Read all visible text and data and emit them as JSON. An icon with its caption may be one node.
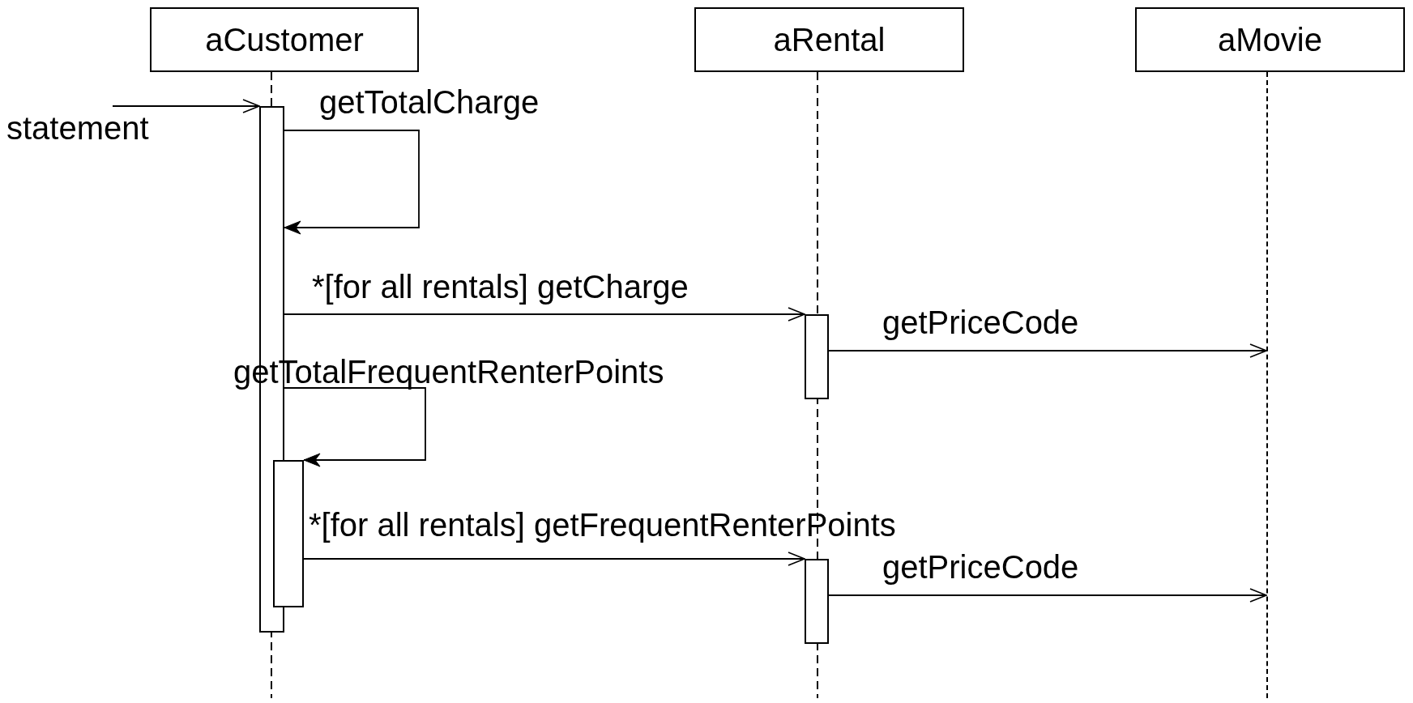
{
  "diagram": {
    "nodes": [
      {
        "text": [
          "aCustomer"
        ]
      },
      {
        "text": [
          "aRental"
        ]
      },
      {
        "text": [
          "aMovie"
        ]
      },
      {
        "text": [],
        "shape": "bar"
      },
      {
        "text": [],
        "shape": "bar"
      },
      {
        "text": [],
        "shape": "bar"
      },
      {
        "text": [],
        "shape": "bar"
      },
      {
        "text": [],
        "shape": "line"
      }
    ],
    "edges": [
      {
        "from": null,
        "to": 3,
        "arrow": "to",
        "label": "statement"
      },
      {
        "from": 3,
        "to": 3,
        "arrow": "to",
        "label": "getTotalCharge"
      },
      {
        "from": 3,
        "to": 5,
        "arrow": "to",
        "label": "*[for all rentals] getCharge"
      },
      {
        "from": 5,
        "to": 7,
        "arrow": "to",
        "label": "getPriceCode"
      },
      {
        "from": 3,
        "to": 4,
        "arrow": "to",
        "label": "getTotalFrequentRenterPoints"
      },
      {
        "from": 4,
        "to": 6,
        "arrow": "to",
        "label": "*[for all rentals] getFrequentRenterPoints"
      },
      {
        "from": 6,
        "to": 7,
        "arrow": "to",
        "label": "getPriceCode"
      }
    ]
  }
}
